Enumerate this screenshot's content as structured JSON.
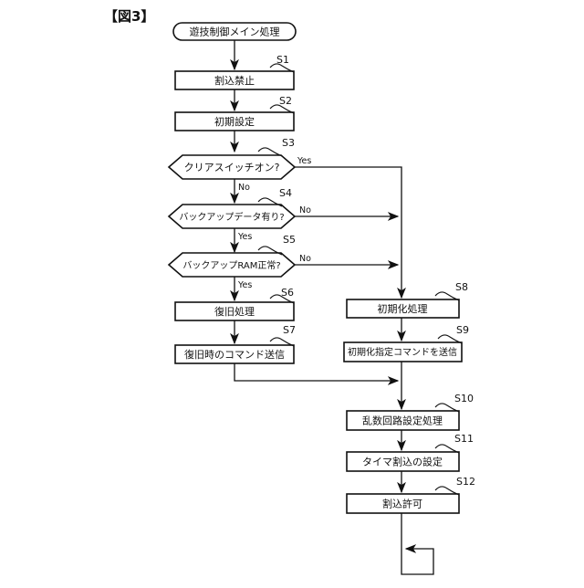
{
  "figure_label": "【図3】",
  "flow": {
    "start_label": "遊技制御メイン処理",
    "steps": {
      "s1": {
        "id": "S1",
        "label": "割込禁止",
        "type": "process"
      },
      "s2": {
        "id": "S2",
        "label": "初期設定",
        "type": "process"
      },
      "s3": {
        "id": "S3",
        "label": "クリアスイッチオン?",
        "type": "decision"
      },
      "s4": {
        "id": "S4",
        "label": "バックアップデータ有り?",
        "type": "decision"
      },
      "s5": {
        "id": "S5",
        "label": "バックアップRAM正常?",
        "type": "decision"
      },
      "s6": {
        "id": "S6",
        "label": "復旧処理",
        "type": "process"
      },
      "s7": {
        "id": "S7",
        "label": "復旧時のコマンド送信",
        "type": "process"
      },
      "s8": {
        "id": "S8",
        "label": "初期化処理",
        "type": "process"
      },
      "s9": {
        "id": "S9",
        "label": "初期化指定コマンドを送信",
        "type": "process"
      },
      "s10": {
        "id": "S10",
        "label": "乱数回路設定処理",
        "type": "process"
      },
      "s11": {
        "id": "S11",
        "label": "タイマ割込の設定",
        "type": "process"
      },
      "s12": {
        "id": "S12",
        "label": "割込許可",
        "type": "process"
      }
    },
    "branches": {
      "s3_yes": "Yes",
      "s3_no": "No",
      "s4_yes": "Yes",
      "s4_no": "No",
      "s5_yes": "Yes",
      "s5_no": "No"
    },
    "connections": [
      "start→S1",
      "S1→S2",
      "S2→S3",
      "S3–Yes→S8",
      "S3–No→S4",
      "S4–No→S8",
      "S4–Yes→S5",
      "S5–No→S8",
      "S5–Yes→S6",
      "S6→S7",
      "S7→S10",
      "S8→S9",
      "S9→S10",
      "S10→S11",
      "S11→S12",
      "S12→infinite-loop"
    ],
    "colors": {
      "line": "#111111",
      "fill": "#ffffff",
      "background": "#ffffff"
    }
  }
}
